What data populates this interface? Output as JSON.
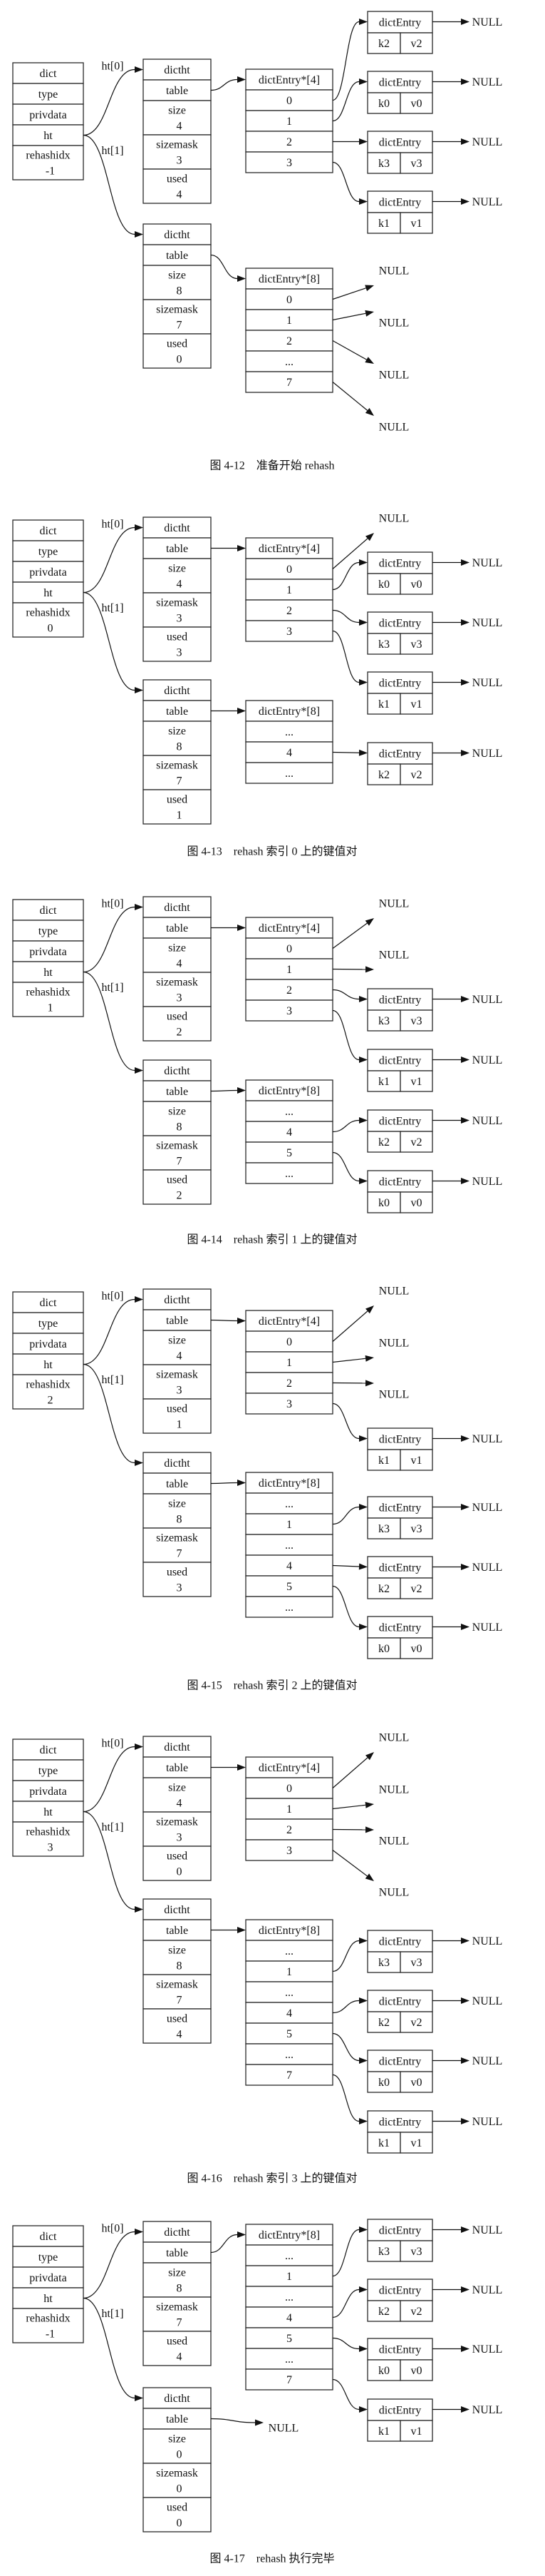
{
  "figures": [
    {
      "caption": "图 4-12    准备开始 rehash",
      "dict": {
        "title": "dict",
        "fields": [
          "type",
          "privdata",
          "ht"
        ],
        "rehashidx_label": "rehashidx",
        "rehashidx": "-1"
      },
      "edge_labels": {
        "ht0": "ht[0]",
        "ht1": "ht[1]"
      },
      "ht": [
        {
          "title": "dictht",
          "table_label": "table",
          "size": "4",
          "sizemask": "3",
          "used": "4",
          "table_ptr": "array",
          "array": {
            "title": "dictEntry*[4]",
            "slots": [
              {
                "label": "0",
                "target": "k2"
              },
              {
                "label": "1",
                "target": "k0"
              },
              {
                "label": "2",
                "target": "k3"
              },
              {
                "label": "3",
                "target": "k1"
              }
            ]
          }
        },
        {
          "title": "dictht",
          "table_label": "table",
          "size": "8",
          "sizemask": "7",
          "used": "0",
          "table_ptr": "array",
          "array": {
            "title": "dictEntry*[8]",
            "slots": [
              {
                "label": "0",
                "target": "NULL"
              },
              {
                "label": "1",
                "target": "NULL"
              },
              {
                "label": "2",
                "target": "NULL"
              },
              {
                "label": "...",
                "target": null
              },
              {
                "label": "7",
                "target": "NULL"
              }
            ]
          }
        }
      ],
      "entries": [
        {
          "id": "k2",
          "title": "dictEntry",
          "key": "k2",
          "value": "v2",
          "next": "NULL"
        },
        {
          "id": "k0",
          "title": "dictEntry",
          "key": "k0",
          "value": "v0",
          "next": "NULL"
        },
        {
          "id": "k3",
          "title": "dictEntry",
          "key": "k3",
          "value": "v3",
          "next": "NULL"
        },
        {
          "id": "k1",
          "title": "dictEntry",
          "key": "k1",
          "value": "v1",
          "next": "NULL"
        }
      ]
    },
    {
      "caption": "图 4-13    rehash 索引 0 上的键值对",
      "dict": {
        "title": "dict",
        "fields": [
          "type",
          "privdata",
          "ht"
        ],
        "rehashidx_label": "rehashidx",
        "rehashidx": "0"
      },
      "edge_labels": {
        "ht0": "ht[0]",
        "ht1": "ht[1]"
      },
      "ht": [
        {
          "title": "dictht",
          "table_label": "table",
          "size": "4",
          "sizemask": "3",
          "used": "3",
          "table_ptr": "array",
          "array": {
            "title": "dictEntry*[4]",
            "slots": [
              {
                "label": "0",
                "target": "NULL"
              },
              {
                "label": "1",
                "target": "k0"
              },
              {
                "label": "2",
                "target": "k3"
              },
              {
                "label": "3",
                "target": "k1"
              }
            ]
          }
        },
        {
          "title": "dictht",
          "table_label": "table",
          "size": "8",
          "sizemask": "7",
          "used": "1",
          "table_ptr": "array",
          "array": {
            "title": "dictEntry*[8]",
            "slots": [
              {
                "label": "...",
                "target": null
              },
              {
                "label": "4",
                "target": "k2"
              },
              {
                "label": "...",
                "target": null
              }
            ]
          }
        }
      ],
      "entries": [
        {
          "id": "k0",
          "title": "dictEntry",
          "key": "k0",
          "value": "v0",
          "next": "NULL"
        },
        {
          "id": "k3",
          "title": "dictEntry",
          "key": "k3",
          "value": "v3",
          "next": "NULL"
        },
        {
          "id": "k1",
          "title": "dictEntry",
          "key": "k1",
          "value": "v1",
          "next": "NULL"
        },
        {
          "id": "k2",
          "title": "dictEntry",
          "key": "k2",
          "value": "v2",
          "next": "NULL"
        }
      ]
    },
    {
      "caption": "图 4-14    rehash 索引 1 上的键值对",
      "dict": {
        "title": "dict",
        "fields": [
          "type",
          "privdata",
          "ht"
        ],
        "rehashidx_label": "rehashidx",
        "rehashidx": "1"
      },
      "edge_labels": {
        "ht0": "ht[0]",
        "ht1": "ht[1]"
      },
      "ht": [
        {
          "title": "dictht",
          "table_label": "table",
          "size": "4",
          "sizemask": "3",
          "used": "2",
          "table_ptr": "array",
          "array": {
            "title": "dictEntry*[4]",
            "slots": [
              {
                "label": "0",
                "target": "NULL"
              },
              {
                "label": "1",
                "target": "NULL"
              },
              {
                "label": "2",
                "target": "k3"
              },
              {
                "label": "3",
                "target": "k1"
              }
            ]
          }
        },
        {
          "title": "dictht",
          "table_label": "table",
          "size": "8",
          "sizemask": "7",
          "used": "2",
          "table_ptr": "array",
          "array": {
            "title": "dictEntry*[8]",
            "slots": [
              {
                "label": "...",
                "target": null
              },
              {
                "label": "4",
                "target": "k2"
              },
              {
                "label": "5",
                "target": "k0"
              },
              {
                "label": "...",
                "target": null
              }
            ]
          }
        }
      ],
      "entries": [
        {
          "id": "k3",
          "title": "dictEntry",
          "key": "k3",
          "value": "v3",
          "next": "NULL"
        },
        {
          "id": "k1",
          "title": "dictEntry",
          "key": "k1",
          "value": "v1",
          "next": "NULL"
        },
        {
          "id": "k2",
          "title": "dictEntry",
          "key": "k2",
          "value": "v2",
          "next": "NULL"
        },
        {
          "id": "k0",
          "title": "dictEntry",
          "key": "k0",
          "value": "v0",
          "next": "NULL"
        }
      ]
    },
    {
      "caption": "图 4-15    rehash 索引 2 上的键值对",
      "dict": {
        "title": "dict",
        "fields": [
          "type",
          "privdata",
          "ht"
        ],
        "rehashidx_label": "rehashidx",
        "rehashidx": "2"
      },
      "edge_labels": {
        "ht0": "ht[0]",
        "ht1": "ht[1]"
      },
      "ht": [
        {
          "title": "dictht",
          "table_label": "table",
          "size": "4",
          "sizemask": "3",
          "used": "1",
          "table_ptr": "array",
          "array": {
            "title": "dictEntry*[4]",
            "slots": [
              {
                "label": "0",
                "target": "NULL"
              },
              {
                "label": "1",
                "target": "NULL"
              },
              {
                "label": "2",
                "target": "NULL"
              },
              {
                "label": "3",
                "target": "k1"
              }
            ]
          }
        },
        {
          "title": "dictht",
          "table_label": "table",
          "size": "8",
          "sizemask": "7",
          "used": "3",
          "table_ptr": "array",
          "array": {
            "title": "dictEntry*[8]",
            "slots": [
              {
                "label": "...",
                "target": null
              },
              {
                "label": "1",
                "target": "k3"
              },
              {
                "label": "...",
                "target": null
              },
              {
                "label": "4",
                "target": "k2"
              },
              {
                "label": "5",
                "target": "k0"
              },
              {
                "label": "...",
                "target": null
              }
            ]
          }
        }
      ],
      "entries": [
        {
          "id": "k1",
          "title": "dictEntry",
          "key": "k1",
          "value": "v1",
          "next": "NULL"
        },
        {
          "id": "k3",
          "title": "dictEntry",
          "key": "k3",
          "value": "v3",
          "next": "NULL"
        },
        {
          "id": "k2",
          "title": "dictEntry",
          "key": "k2",
          "value": "v2",
          "next": "NULL"
        },
        {
          "id": "k0",
          "title": "dictEntry",
          "key": "k0",
          "value": "v0",
          "next": "NULL"
        }
      ]
    },
    {
      "caption": "图 4-16    rehash 索引 3 上的键值对",
      "dict": {
        "title": "dict",
        "fields": [
          "type",
          "privdata",
          "ht"
        ],
        "rehashidx_label": "rehashidx",
        "rehashidx": "3"
      },
      "edge_labels": {
        "ht0": "ht[0]",
        "ht1": "ht[1]"
      },
      "ht": [
        {
          "title": "dictht",
          "table_label": "table",
          "size": "4",
          "sizemask": "3",
          "used": "0",
          "table_ptr": "array",
          "array": {
            "title": "dictEntry*[4]",
            "slots": [
              {
                "label": "0",
                "target": "NULL"
              },
              {
                "label": "1",
                "target": "NULL"
              },
              {
                "label": "2",
                "target": "NULL"
              },
              {
                "label": "3",
                "target": "NULL"
              }
            ]
          }
        },
        {
          "title": "dictht",
          "table_label": "table",
          "size": "8",
          "sizemask": "7",
          "used": "4",
          "table_ptr": "array",
          "array": {
            "title": "dictEntry*[8]",
            "slots": [
              {
                "label": "...",
                "target": null
              },
              {
                "label": "1",
                "target": "k3"
              },
              {
                "label": "...",
                "target": null
              },
              {
                "label": "4",
                "target": "k2"
              },
              {
                "label": "5",
                "target": "k0"
              },
              {
                "label": "...",
                "target": null
              },
              {
                "label": "7",
                "target": "k1"
              }
            ]
          }
        }
      ],
      "entries": [
        {
          "id": "k3",
          "title": "dictEntry",
          "key": "k3",
          "value": "v3",
          "next": "NULL"
        },
        {
          "id": "k2",
          "title": "dictEntry",
          "key": "k2",
          "value": "v2",
          "next": "NULL"
        },
        {
          "id": "k0",
          "title": "dictEntry",
          "key": "k0",
          "value": "v0",
          "next": "NULL"
        },
        {
          "id": "k1",
          "title": "dictEntry",
          "key": "k1",
          "value": "v1",
          "next": "NULL"
        }
      ]
    },
    {
      "caption": "图 4-17    rehash 执行完毕",
      "dict": {
        "title": "dict",
        "fields": [
          "type",
          "privdata",
          "ht"
        ],
        "rehashidx_label": "rehashidx",
        "rehashidx": "-1"
      },
      "edge_labels": {
        "ht0": "ht[0]",
        "ht1": "ht[1]"
      },
      "ht": [
        {
          "title": "dictht",
          "table_label": "table",
          "size": "8",
          "sizemask": "7",
          "used": "4",
          "table_ptr": "array",
          "array": {
            "title": "dictEntry*[8]",
            "slots": [
              {
                "label": "...",
                "target": null
              },
              {
                "label": "1",
                "target": "k3"
              },
              {
                "label": "...",
                "target": null
              },
              {
                "label": "4",
                "target": "k2"
              },
              {
                "label": "5",
                "target": "k0"
              },
              {
                "label": "...",
                "target": null
              },
              {
                "label": "7",
                "target": "k1"
              }
            ]
          }
        },
        {
          "title": "dictht",
          "table_label": "table",
          "size": "0",
          "sizemask": "0",
          "used": "0",
          "table_ptr": "NULL",
          "array": null
        }
      ],
      "entries": [
        {
          "id": "k3",
          "title": "dictEntry",
          "key": "k3",
          "value": "v3",
          "next": "NULL"
        },
        {
          "id": "k2",
          "title": "dictEntry",
          "key": "k2",
          "value": "v2",
          "next": "NULL"
        },
        {
          "id": "k0",
          "title": "dictEntry",
          "key": "k0",
          "value": "v0",
          "next": "NULL"
        },
        {
          "id": "k1",
          "title": "dictEntry",
          "key": "k1",
          "value": "v1",
          "next": "NULL"
        }
      ]
    }
  ]
}
